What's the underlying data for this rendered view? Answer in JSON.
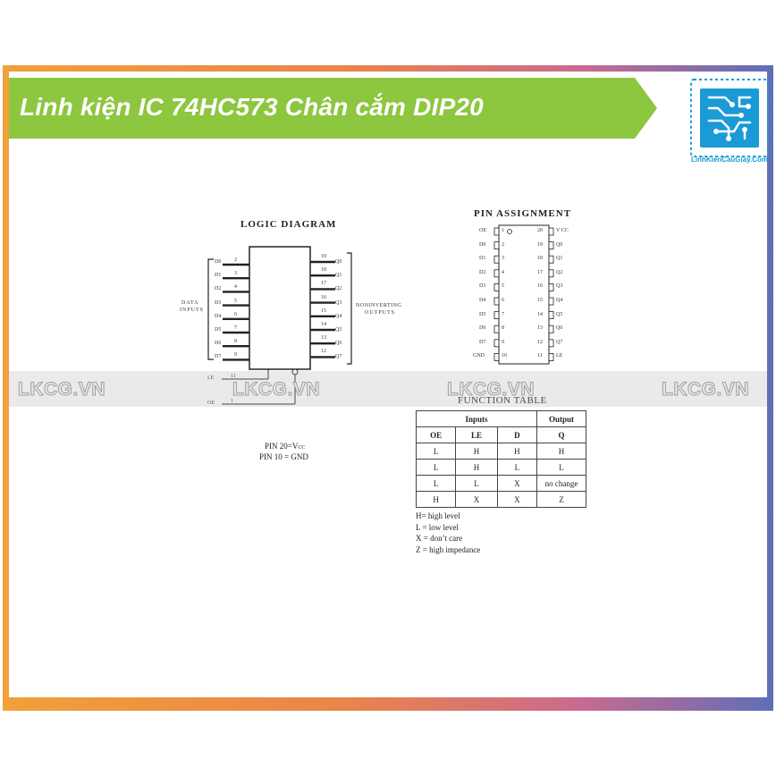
{
  "banner": {
    "title": "Linh kiện IC 74HC573 Chân cắm DIP20",
    "color": "#8dc63f"
  },
  "logo": {
    "text": "LinhKienCauGiay.Com",
    "icon": "circuit-board-logo-icon",
    "color": "#1a9ad6"
  },
  "watermark": {
    "text": "LKCG.VN"
  },
  "logic_diagram": {
    "title": "LOGIC DIAGRAM",
    "inputs": [
      {
        "label": "D0",
        "pin": "2"
      },
      {
        "label": "D1",
        "pin": "3"
      },
      {
        "label": "D2",
        "pin": "4"
      },
      {
        "label": "D3",
        "pin": "5"
      },
      {
        "label": "D4",
        "pin": "6"
      },
      {
        "label": "D5",
        "pin": "7"
      },
      {
        "label": "D6",
        "pin": "8"
      },
      {
        "label": "D7",
        "pin": "9"
      }
    ],
    "outputs": [
      {
        "label": "Q0",
        "pin": "19"
      },
      {
        "label": "Q1",
        "pin": "18"
      },
      {
        "label": "Q2",
        "pin": "17"
      },
      {
        "label": "Q3",
        "pin": "16"
      },
      {
        "label": "Q4",
        "pin": "15"
      },
      {
        "label": "Q5",
        "pin": "14"
      },
      {
        "label": "Q6",
        "pin": "13"
      },
      {
        "label": "Q7",
        "pin": "12"
      }
    ],
    "data_inputs_label": [
      "DATA",
      "INPUTS"
    ],
    "outputs_label": [
      "NONINVERTING",
      "OUTPUTS"
    ],
    "le": {
      "label": "LE",
      "pin": "11"
    },
    "oe": {
      "label": "OE",
      "pin": "1"
    },
    "pin_notes": [
      "PIN 20=V",
      "PIN 10 = GND"
    ],
    "vcc_subscript": "CC"
  },
  "pin_assignment": {
    "title": "PIN ASSIGNMENT",
    "left": [
      {
        "label": "OE",
        "pin": "1"
      },
      {
        "label": "D0",
        "pin": "2"
      },
      {
        "label": "D1",
        "pin": "3"
      },
      {
        "label": "D2",
        "pin": "4"
      },
      {
        "label": "D3",
        "pin": "5"
      },
      {
        "label": "D4",
        "pin": "6"
      },
      {
        "label": "D5",
        "pin": "7"
      },
      {
        "label": "D6",
        "pin": "8"
      },
      {
        "label": "D7",
        "pin": "9"
      },
      {
        "label": "GND",
        "pin": "10"
      }
    ],
    "right": [
      {
        "label": "V CC",
        "pin": "20"
      },
      {
        "label": "Q0",
        "pin": "19"
      },
      {
        "label": "Q1",
        "pin": "18"
      },
      {
        "label": "Q2",
        "pin": "17"
      },
      {
        "label": "Q3",
        "pin": "16"
      },
      {
        "label": "Q4",
        "pin": "15"
      },
      {
        "label": "Q5",
        "pin": "14"
      },
      {
        "label": "Q6",
        "pin": "13"
      },
      {
        "label": "Q7",
        "pin": "12"
      },
      {
        "label": "LE",
        "pin": "11"
      }
    ]
  },
  "function_table": {
    "title": "FUNCTION TABLE",
    "group_inputs": "Inputs",
    "group_output": "Output",
    "headers": [
      "OE",
      "LE",
      "D",
      "Q"
    ],
    "rows": [
      [
        "L",
        "H",
        "H",
        "H"
      ],
      [
        "L",
        "H",
        "L",
        "L"
      ],
      [
        "L",
        "L",
        "X",
        "no change"
      ],
      [
        "H",
        "X",
        "X",
        "Z"
      ]
    ],
    "legend": [
      "H= high level",
      "L = low level",
      "X = don’t care",
      "Z = high impedance"
    ]
  }
}
